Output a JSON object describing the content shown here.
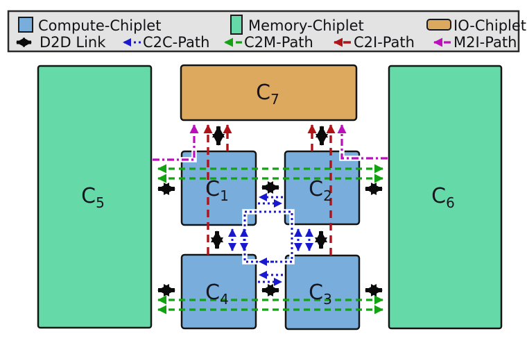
{
  "legend": {
    "row1": [
      {
        "label": "Compute-Chiplet",
        "swatch": "compute-swatch"
      },
      {
        "label": "Memory-Chiplet",
        "swatch": "memory-swatch"
      },
      {
        "label": "IO-Chiplet",
        "swatch": "io-swatch"
      }
    ],
    "row2": [
      {
        "label": "D2D Link",
        "style": "d2d"
      },
      {
        "label": "C2C-Path",
        "style": "c2c"
      },
      {
        "label": "C2M-Path",
        "style": "c2m"
      },
      {
        "label": "C2I-Path",
        "style": "c2i"
      },
      {
        "label": "M2I-Path",
        "style": "m2i"
      }
    ]
  },
  "chiplets": {
    "c1": {
      "base": "C",
      "sub": "1",
      "type": "compute"
    },
    "c2": {
      "base": "C",
      "sub": "2",
      "type": "compute"
    },
    "c3": {
      "base": "C",
      "sub": "3",
      "type": "compute"
    },
    "c4": {
      "base": "C",
      "sub": "4",
      "type": "compute"
    },
    "c5": {
      "base": "C",
      "sub": "5",
      "type": "memory"
    },
    "c6": {
      "base": "C",
      "sub": "6",
      "type": "memory"
    },
    "c7": {
      "base": "C",
      "sub": "7",
      "type": "io"
    }
  },
  "colors": {
    "compute_fill": "#79AEDC",
    "memory_fill": "#66D9A8",
    "io_fill": "#DDA95F",
    "d2d_link": "#0A0A0A",
    "c2c_path": "#1818CE",
    "c2m_path": "#12A212",
    "c2i_path": "#AF1317",
    "m2i_path": "#BB0FBB",
    "legend_bg": "#E3E3E3",
    "label_text": "#16161E"
  }
}
